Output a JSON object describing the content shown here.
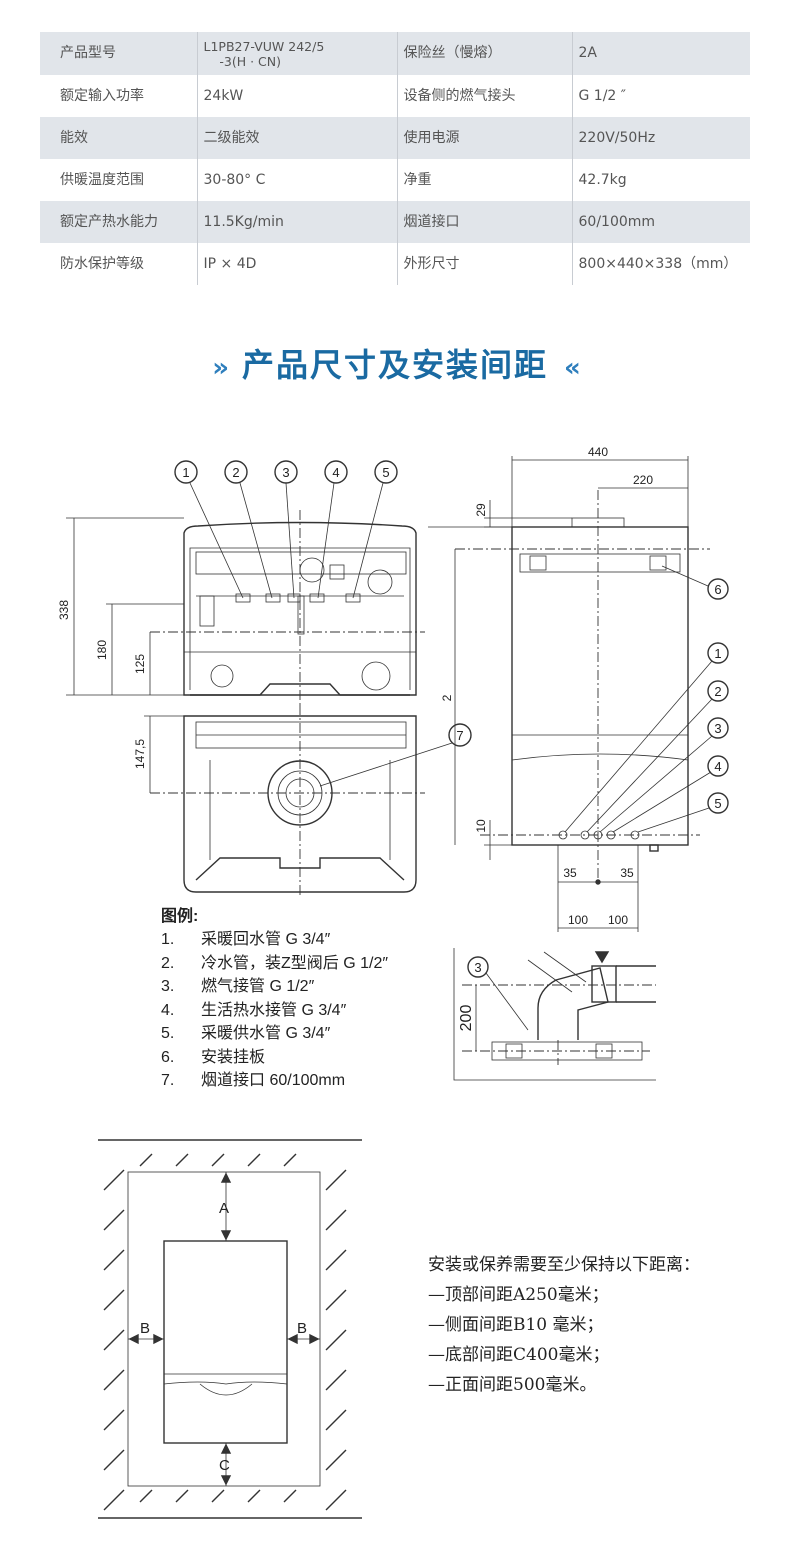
{
  "specs": [
    {
      "label1": "产品型号",
      "value1": "L1PB27-VUW 242/5\n    -3(H · CN)",
      "label2": "保险丝（慢熔）",
      "value2": "2A"
    },
    {
      "label1": "额定输入功率",
      "value1": "24kW",
      "label2": "设备侧的燃气接头",
      "value2": "G 1/2 ″"
    },
    {
      "label1": "能效",
      "value1": "二级能效",
      "label2": "使用电源",
      "value2": "220V/50Hz"
    },
    {
      "label1": "供暖温度范围",
      "value1": "30-80° C",
      "label2": "净重",
      "value2": "42.7kg"
    },
    {
      "label1": "额定产热水能力",
      "value1": "11.5Kg/min",
      "label2": "烟道接口",
      "value2": "60/100mm"
    },
    {
      "label1": "防水保护等级",
      "value1": "IP × 4D",
      "label2": "外形尺寸",
      "value2": "800×440×338（mm）"
    }
  ],
  "section": {
    "title": "产品尺寸及安装间距",
    "left_mark": "»",
    "right_mark": "«"
  },
  "drawing": {
    "callouts_top": [
      "1",
      "2",
      "3",
      "4",
      "5"
    ],
    "callouts_side": [
      "1",
      "2",
      "3",
      "4",
      "5",
      "6"
    ],
    "callout_flue": "7",
    "callout_gas": "3",
    "dims_left": {
      "d338": "338",
      "d180": "180",
      "d125": "125",
      "d1475": "147,5"
    },
    "dims_right": {
      "d440": "440",
      "d220": "220",
      "d29": "29",
      "d2": "2",
      "d10": "10",
      "d35a": "35",
      "d35b": "35",
      "d100a": "100",
      "d100b": "100"
    },
    "dim_gas": "200"
  },
  "legend": {
    "title": "图例:",
    "items": [
      {
        "num": "1.",
        "text": "采暖回水管 G 3/4″"
      },
      {
        "num": "2.",
        "text": "冷水管，装Z型阀后 G 1/2″"
      },
      {
        "num": "3.",
        "text": "燃气接管  G 1/2″"
      },
      {
        "num": "4.",
        "text": "生活热水接管 G 3/4″"
      },
      {
        "num": "5.",
        "text": "采暖供水管 G 3/4″"
      },
      {
        "num": "6.",
        "text": "安装挂板"
      },
      {
        "num": "7.",
        "text": "烟道接口 60/100mm"
      }
    ]
  },
  "clearance": {
    "letters": {
      "a": "A",
      "b1": "B",
      "b2": "B",
      "c": "C"
    },
    "lines": [
      "安装或保养需要至少保持以下距离：",
      "—顶部间距A250毫米；",
      "—侧面间距B10 毫米；",
      "—底部间距C400毫米；",
      "—正面间距500毫米。"
    ]
  }
}
